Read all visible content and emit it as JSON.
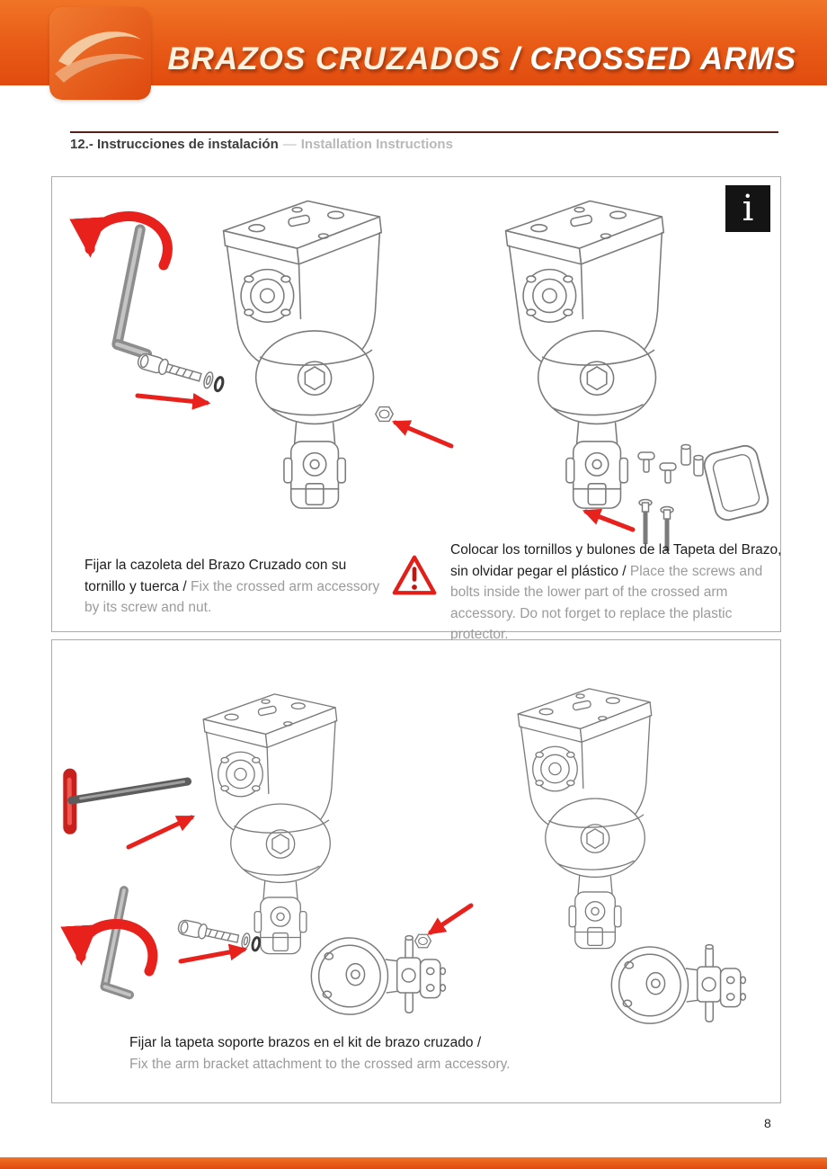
{
  "header": {
    "logo_icon": "brand-logo",
    "title": {
      "es": "BRAZOS CRUZADOS",
      "sep": " / ",
      "en": "CROSSED ARMS"
    }
  },
  "section": {
    "es": "12.- Instrucciones de instalación",
    "sep": "—",
    "en": "Installation Instructions"
  },
  "panel1": {
    "info_glyph": "i",
    "caption_left": {
      "es": "Fijar la cazoleta del Brazo Cruzado con su tornillo y tuerca / ",
      "en": "Fix the crossed arm accessory  by its screw and nut."
    },
    "caption_right": {
      "es": "Colocar los tornillos y bulones de la Tapeta del Brazo, sin olvidar pegar el plástico / ",
      "en": "Place the screws and bolts inside the lower part of the crossed arm accessory. Do not forget to replace the plastic protector."
    }
  },
  "panel2": {
    "caption": {
      "es": "Fijar la tapeta soporte brazos en el kit de brazo cruzado /",
      "en": "Fix the arm bracket attachment to the crossed arm accessory."
    }
  },
  "page_number": "8",
  "colors": {
    "header_orange_top": "#f07426",
    "header_orange_bottom": "#e14c0e",
    "arrow_red": "#e8211d",
    "drawing_line_gray": "#7b7b7b",
    "heading_rule_maroon": "#55221a"
  },
  "icons": [
    "brand-logo",
    "info-icon",
    "warning-triangle-icon",
    "allen-key",
    "t-handle-key",
    "rotation-arrow"
  ]
}
